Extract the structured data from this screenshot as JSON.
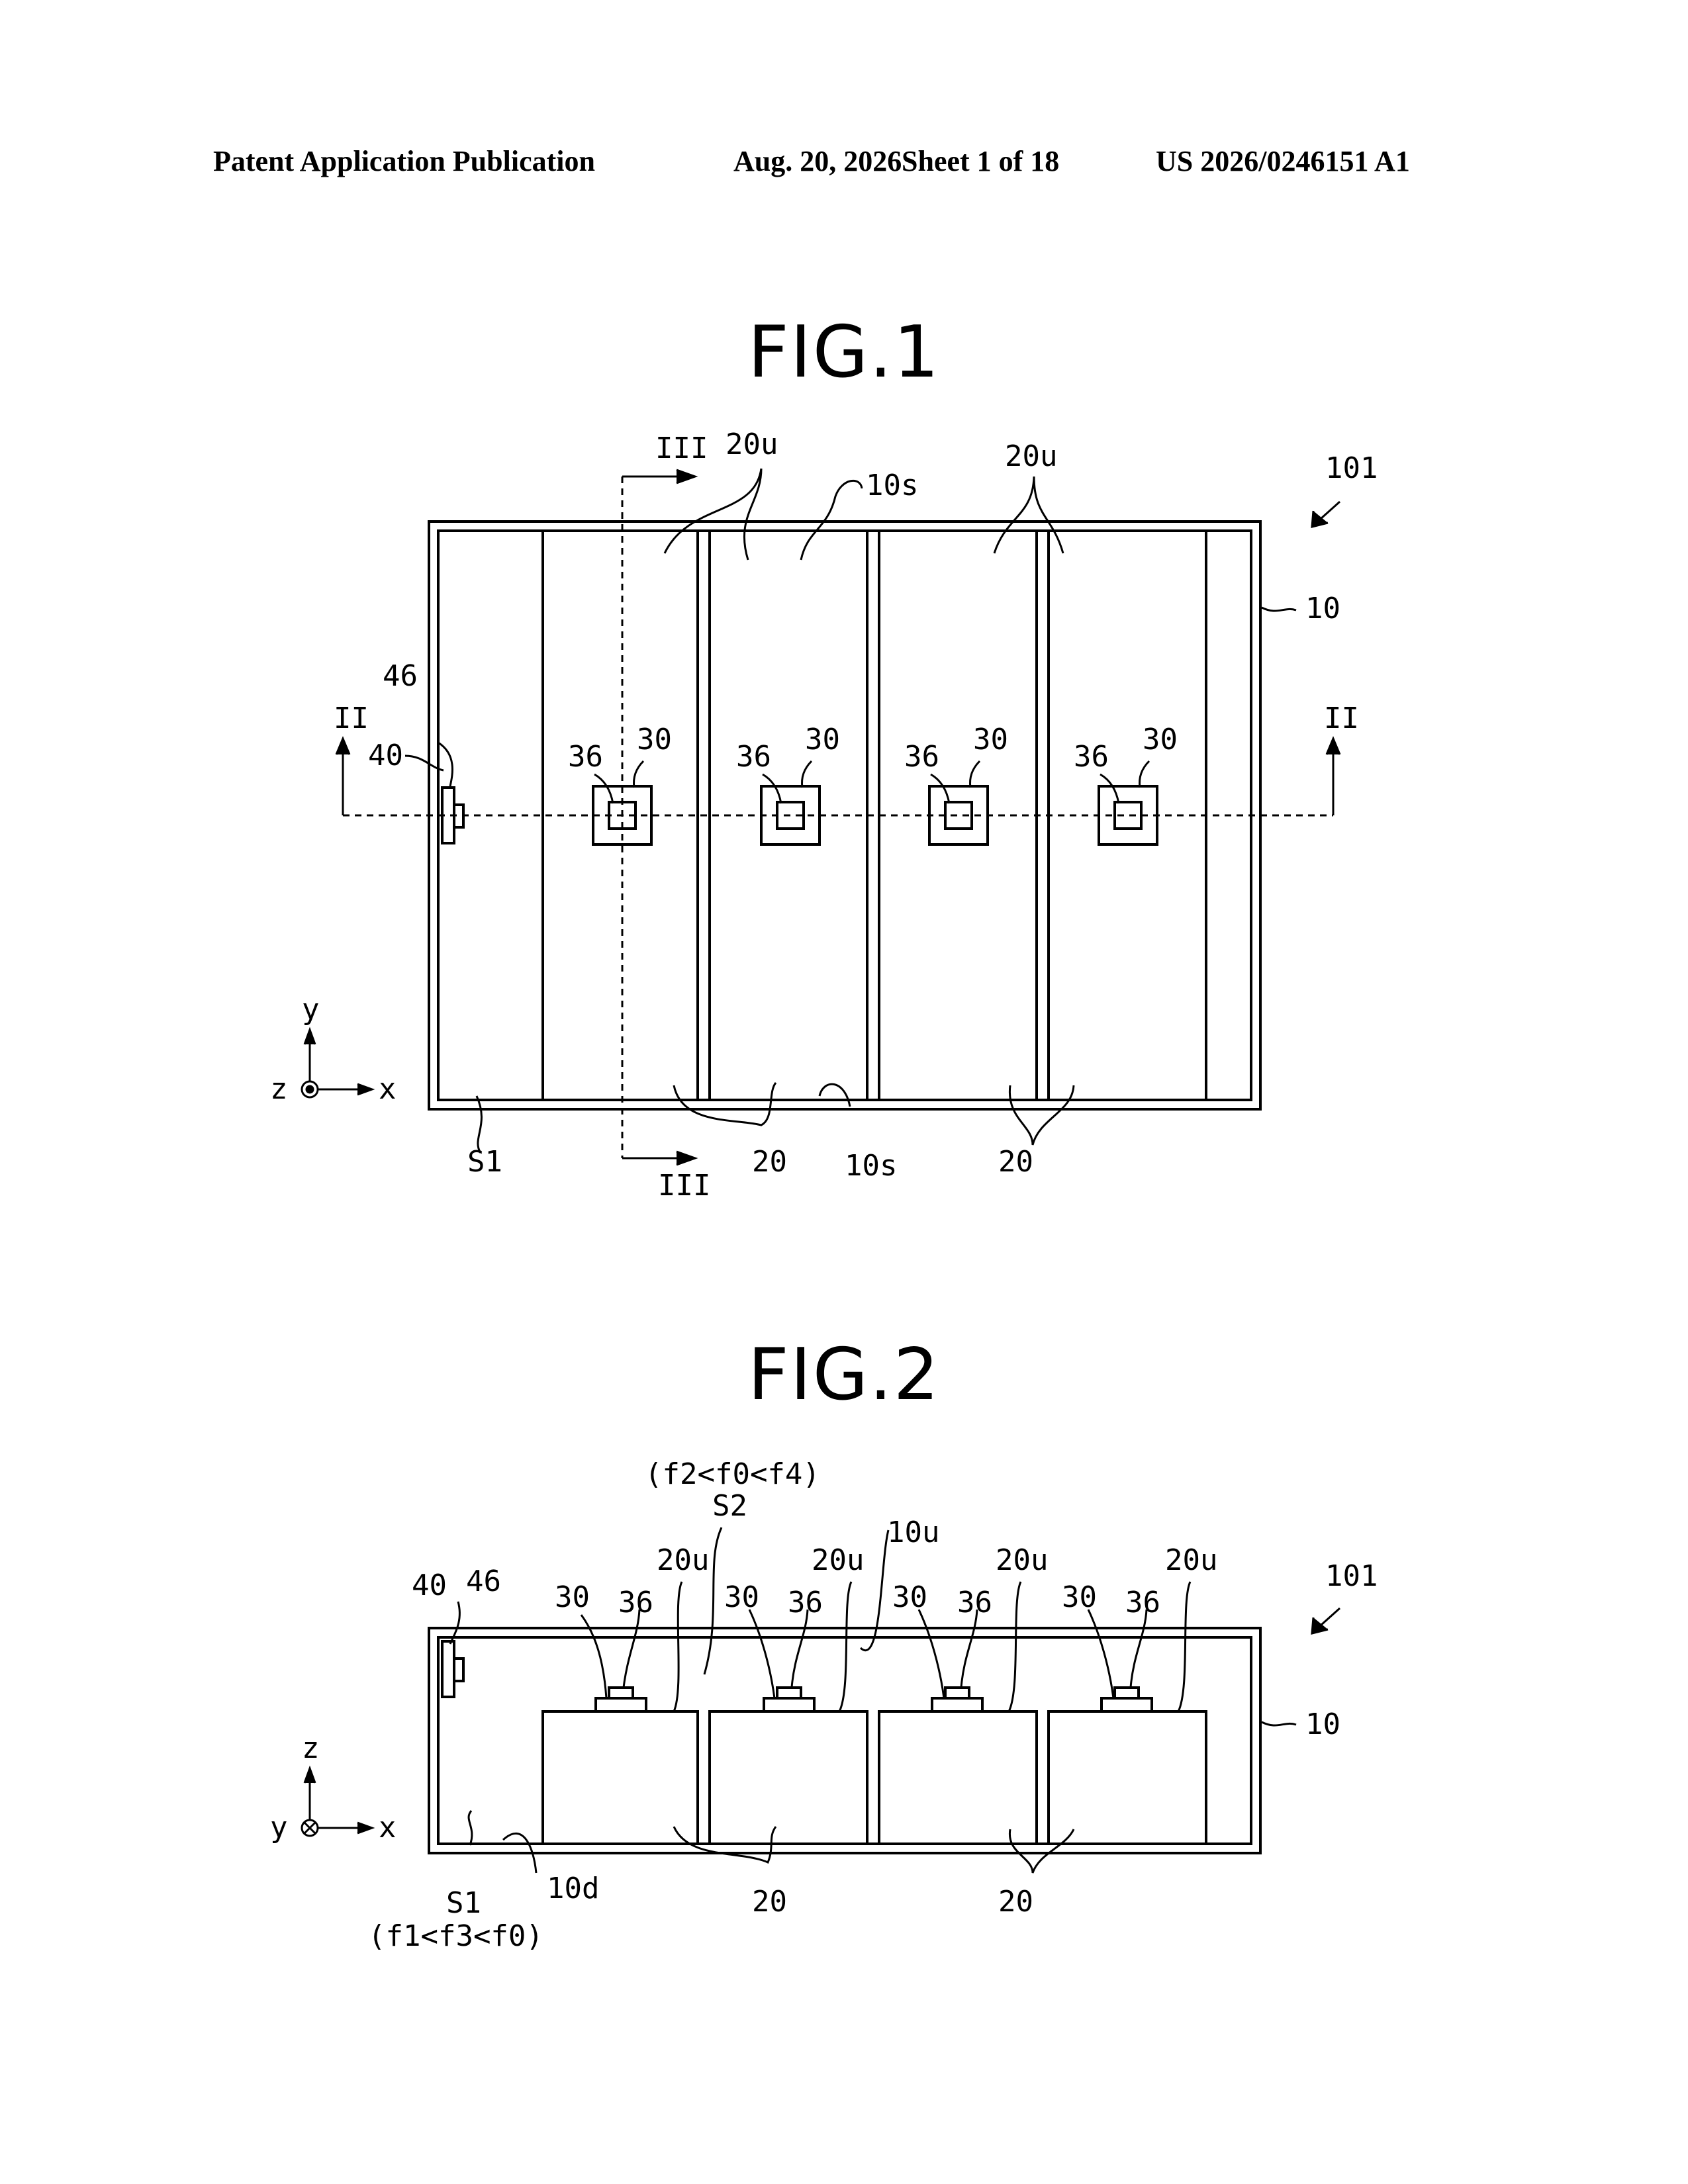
{
  "header": {
    "left": "Patent Application Publication",
    "date": "Aug. 20, 2026",
    "sheet": "Sheet 1 of 18",
    "number": "US 2026/0246151 A1"
  },
  "fig1": {
    "title": "FIG.1",
    "labels": {
      "device": "101",
      "case": "10",
      "side_wall_top": "10s",
      "side_wall_bottom": "10s",
      "upper_face_left": "20u",
      "upper_face_right": "20u",
      "battery_left": "20",
      "battery_right": "20",
      "space": "S1",
      "section_ii_left": "II",
      "section_ii_right": "II",
      "section_iii_top": "III",
      "section_iii_bottom": "III",
      "sensor": "40",
      "sensor_part": "46",
      "cells": [
        {
          "unit": "30",
          "part": "36"
        },
        {
          "unit": "30",
          "part": "36"
        },
        {
          "unit": "30",
          "part": "36"
        },
        {
          "unit": "30",
          "part": "36"
        }
      ]
    },
    "axes": {
      "vertical": "y",
      "horizontal": "x",
      "normal": "z"
    }
  },
  "fig2": {
    "title": "FIG.2",
    "labels": {
      "device": "101",
      "case": "10",
      "case_top": "10u",
      "case_bottom": "10d",
      "upper_space": "S2",
      "upper_condition": "(f2<f0<f4)",
      "lower_space": "S1",
      "lower_condition": "(f1<f3<f0)",
      "battery_left": "20",
      "battery_right": "20",
      "sensor": "40",
      "sensor_part": "46",
      "cells": [
        {
          "unit": "30",
          "part": "36",
          "face": "20u"
        },
        {
          "unit": "30",
          "part": "36",
          "face": "20u"
        },
        {
          "unit": "30",
          "part": "36",
          "face": "20u"
        },
        {
          "unit": "30",
          "part": "36",
          "face": "20u"
        }
      ]
    },
    "axes": {
      "vertical": "z",
      "horizontal": "x",
      "normal": "y"
    }
  }
}
